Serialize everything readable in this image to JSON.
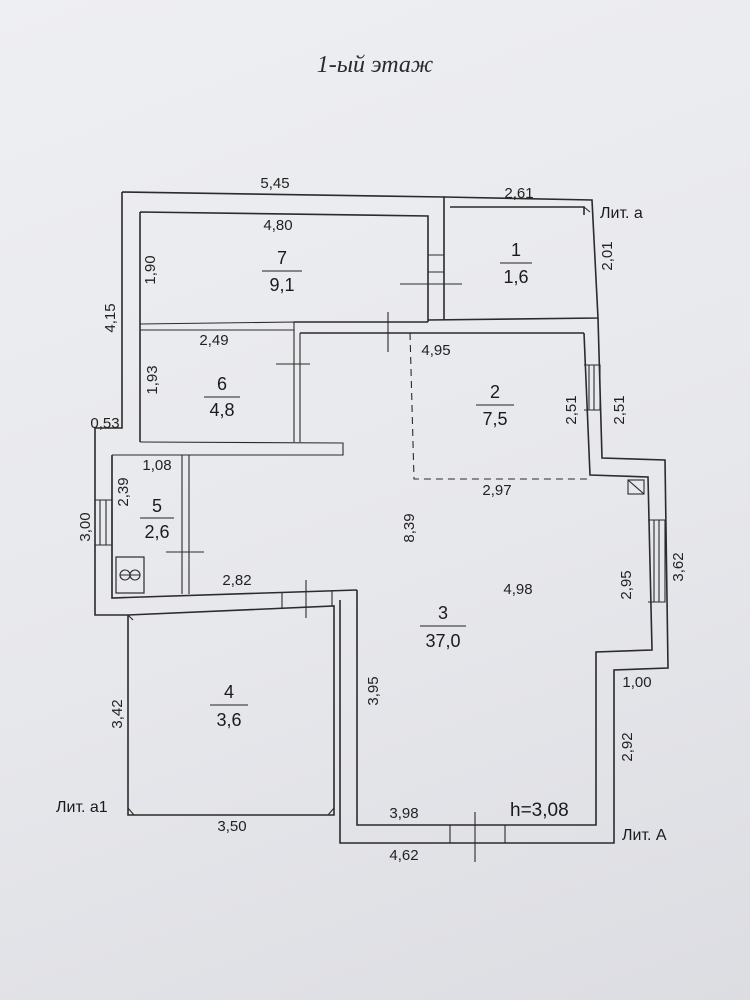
{
  "title": "1-ый этаж",
  "ceiling_height": "h=3,08",
  "liters": {
    "lit_a": "Лит. а",
    "lit_a1": "Лит. а1",
    "lit_A": "Лит. А"
  },
  "rooms": [
    {
      "number": "1",
      "area": "1,6"
    },
    {
      "number": "2",
      "area": "7,5"
    },
    {
      "number": "3",
      "area": "37,0"
    },
    {
      "number": "4",
      "area": "3,6"
    },
    {
      "number": "5",
      "area": "2,6"
    },
    {
      "number": "6",
      "area": "4,8"
    },
    {
      "number": "7",
      "area": "9,1"
    }
  ],
  "dimensions": {
    "top_outer": "5,45",
    "room7_width": "4,80",
    "room7_height": "1,90",
    "left_outer": "4,15",
    "room1_width": "2,61",
    "room1_height": "2,01",
    "room6_width": "2,49",
    "room6_height": "1,93",
    "room3_top": "4,95",
    "room2_left": "2,51",
    "room2_right": "2,51",
    "room2_bottom": "2,97",
    "left_step": "0,53",
    "room5_width": "1,08",
    "room5_height": "2,39",
    "left_lower": "3,00",
    "room3_height": "8,39",
    "room3_width": "4,98",
    "right_window": "2,95",
    "right_outer": "3,62",
    "room4_top": "2,82",
    "room3_left": "3,95",
    "right_step": "1,00",
    "room4_height": "3,42",
    "right_lower": "2,92",
    "room4_bottom": "3,50",
    "room3_bottom": "3,98",
    "bottom_outer": "4,62"
  }
}
